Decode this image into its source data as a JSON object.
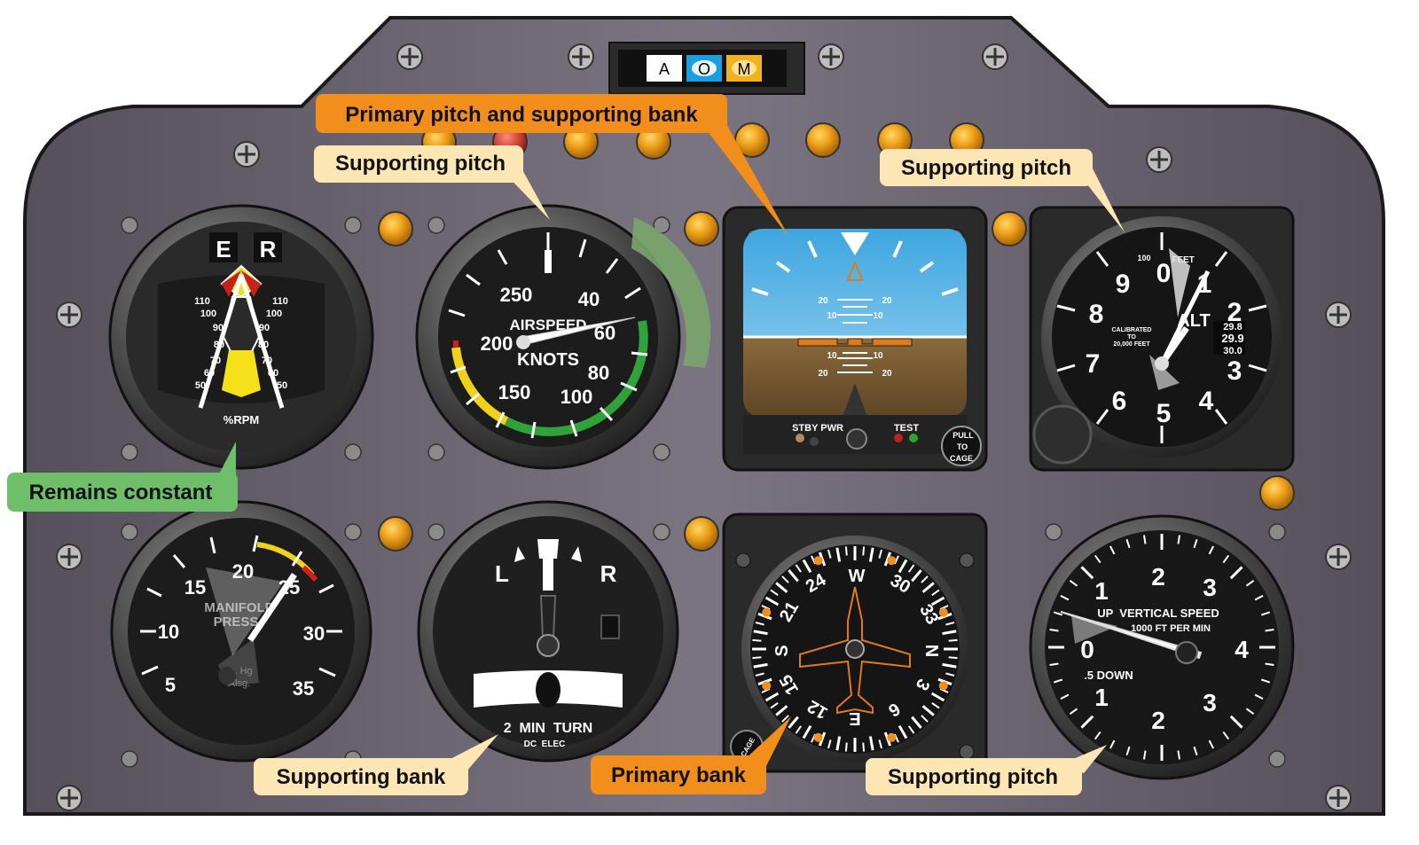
{
  "selector": {
    "a": "A",
    "o": "O",
    "m": "M"
  },
  "callouts": {
    "primary_pitch_support_bank": "Primary pitch and supporting bank",
    "supporting_pitch_airspeed": "Supporting pitch",
    "supporting_pitch_altimeter": "Supporting pitch",
    "remains_constant": "Remains constant",
    "supporting_bank": "Supporting bank",
    "primary_bank": "Primary bank",
    "supporting_pitch_vsi": "Supporting pitch"
  },
  "tachometer": {
    "e": "E",
    "r": "R",
    "unit": "%RPM",
    "left_scale": [
      "110",
      "100",
      "90",
      "80",
      "70",
      "60",
      "50"
    ],
    "right_scale": [
      "110",
      "100",
      "90",
      "80",
      "70",
      "60",
      "50"
    ]
  },
  "airspeed": {
    "line1": "AIRSPEED",
    "line2": "KNOTS",
    "labels": [
      "250",
      "40",
      "200",
      "60",
      "80",
      "150",
      "100"
    ]
  },
  "attitude": {
    "pitch_up": [
      "20",
      "20",
      "10",
      "10"
    ],
    "pitch_down": [
      "10",
      "10",
      "20",
      "20"
    ],
    "stby": "STBY PWR",
    "test": "TEST",
    "pull": "PULL",
    "to": "TO",
    "cage": "CAGE"
  },
  "altimeter": {
    "numbers": [
      "0",
      "1",
      "2",
      "3",
      "4",
      "5",
      "6",
      "7",
      "8",
      "9"
    ],
    "feet": "FEET",
    "hundred": "100",
    "cal1": "CALIBRATED",
    "cal2": "TO",
    "cal3": "20,000 FEET",
    "alt": "ALT",
    "kollsman": [
      "29.8",
      "29.9",
      "30.0"
    ]
  },
  "manifold": {
    "labels": [
      "20",
      "15",
      "25",
      "10",
      "30",
      "5",
      "35"
    ],
    "title1": "MANIFOLD",
    "title2": "PRESS",
    "unit1": "In. Hg",
    "unit2": "Alsg."
  },
  "turn_coordinator": {
    "l": "L",
    "r": "R",
    "line1": "2  MIN  TURN",
    "line2": "DC  ELEC"
  },
  "heading": {
    "labels": [
      "W",
      "30",
      "33",
      "N",
      "3",
      "6",
      "E",
      "12",
      "15",
      "S",
      "21",
      "24"
    ],
    "cage": "CAGE"
  },
  "vsi": {
    "numbers_top": [
      "1",
      "2",
      "3"
    ],
    "zero": "0",
    "four": "4",
    "numbers_bottom": [
      "1",
      "2",
      "3"
    ],
    "title1": "UP  VERTICAL SPEED",
    "title2": "1000 FT PER MIN",
    "bottom_label": ".5 DOWN"
  }
}
